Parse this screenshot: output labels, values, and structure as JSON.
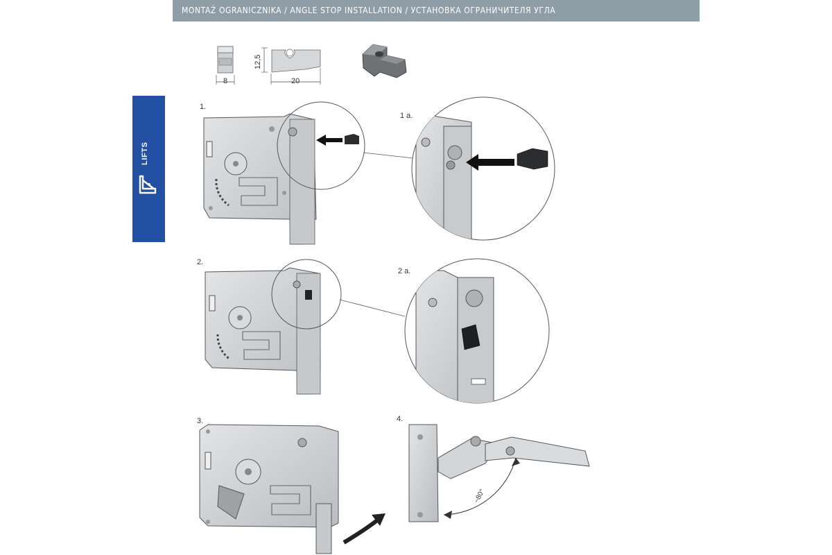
{
  "header": {
    "title": "MONTAŻ OGRANICZNIKA / ANGLE STOP INSTALLATION / УСТАНОВКА ОГРАНИЧИТЕЛЯ УГЛА"
  },
  "sidebar": {
    "label": "LIFTS",
    "icon": "lift-icon",
    "color": "#2350a3"
  },
  "dimensions": {
    "width": "8",
    "height": "12,5",
    "length": "20"
  },
  "steps": {
    "s1": "1.",
    "s1a": "1 a.",
    "s2": "2.",
    "s2a": "2 a.",
    "s3": "3.",
    "s4": "4."
  },
  "angle_label": "~80°"
}
